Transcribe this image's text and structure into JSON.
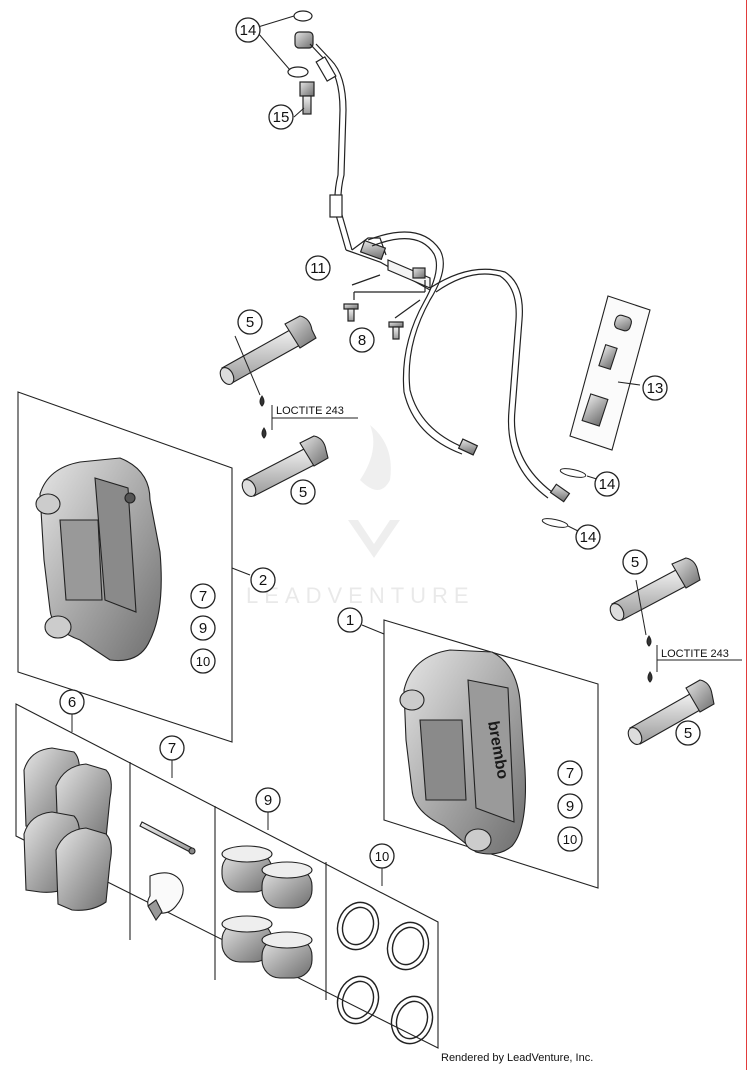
{
  "callouts": {
    "c14a": "14",
    "c15": "15",
    "c11": "11",
    "c5a": "5",
    "c8": "8",
    "c13": "13",
    "c5b": "5",
    "c14b": "14",
    "c14c": "14",
    "c2": "2",
    "c7a": "7",
    "c9a": "9",
    "c10a": "10",
    "c5c": "5",
    "c1": "1",
    "c5d": "5",
    "c6": "6",
    "c7b": "7",
    "c9b": "9",
    "c10b": "10",
    "c7c": "7",
    "c9c": "9",
    "c10c": "10"
  },
  "labels": {
    "loctite_1": "LOCTITE 243",
    "loctite_2": "LOCTITE 243",
    "caliper_brand": "brembo"
  },
  "watermark": "LEADVENTURE",
  "credit": "Rendered by LeadVenture, Inc.",
  "colors": {
    "line": "#222222",
    "fill_light": "#f2f2f2",
    "fill_mid": "#bdbdbd",
    "fill_dark": "#7a7a7a",
    "watermark": "#dcdcdc",
    "edge_line": "#e23b3b"
  }
}
